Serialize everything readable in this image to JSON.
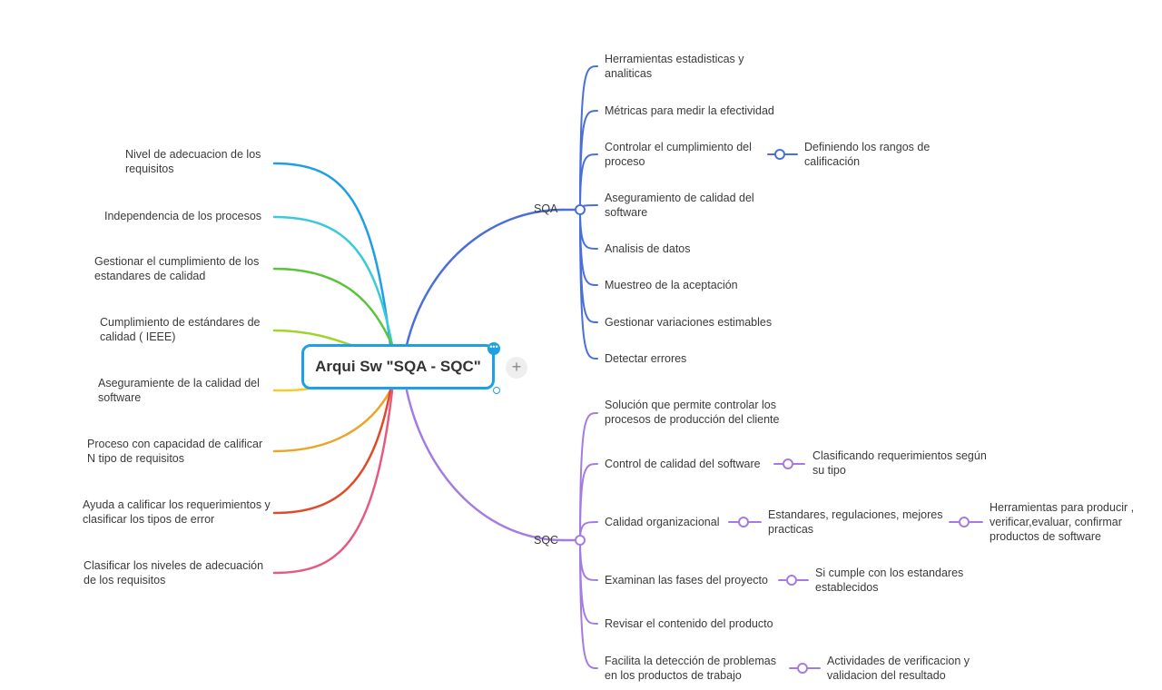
{
  "central": {
    "title": "Arqui Sw \"SQA - SQC\"",
    "more_glyph": "•••",
    "add_glyph": "+"
  },
  "colors": {
    "sqa": "#4a6fd8",
    "sqc": "#a47ce0",
    "central_border": "#1ea0e6"
  },
  "left_topics": [
    {
      "text": "Nivel de adecuacion de los requisitos",
      "color": "#1e9fe3"
    },
    {
      "text": "Independencia de los procesos",
      "color": "#3ccbd6"
    },
    {
      "text": "Gestionar el cumplimiento de los estandares de calidad",
      "color": "#5cc33b"
    },
    {
      "text": "Cumplimiento de estándares de calidad ( IEEE)",
      "color": "#a0d42e"
    },
    {
      "text": "Aseguramiente de la calidad del software",
      "color": "#f2cd2e"
    },
    {
      "text": "Proceso con capacidad de calificar N tipo de requisitos",
      "color": "#eaa629"
    },
    {
      "text": "Ayuda a calificar los requerimientos y clasificar los tipos de error",
      "color": "#e0492a"
    },
    {
      "text": "Clasificar los niveles de adecuación de los requisitos",
      "color": "#e65a80"
    }
  ],
  "sqa": {
    "label": "SQA",
    "children": [
      {
        "text": "Herramientas estadisticas y analiticas"
      },
      {
        "text": "Métricas para medir la efectividad"
      },
      {
        "text": "Controlar el cumplimiento del proceso",
        "sub": "Definiendo los rangos de calificación"
      },
      {
        "text": "Aseguramiento de calidad del software"
      },
      {
        "text": "Analisis de datos"
      },
      {
        "text": "Muestreo de la aceptación"
      },
      {
        "text": "Gestionar variaciones estimables"
      },
      {
        "text": "Detectar errores"
      }
    ]
  },
  "sqc": {
    "label": "SQC",
    "children": [
      {
        "text": "Solución que permite controlar los procesos de producción del cliente"
      },
      {
        "text": "Control de calidad del software",
        "sub": "Clasificando requerimientos según su tipo"
      },
      {
        "text": "Calidad organizacional",
        "sub": "Estandares, regulaciones, mejores practicas",
        "subsub": "Herramientas para producir , verificar,evaluar, confirmar productos de software"
      },
      {
        "text": "Examinan las fases del proyecto",
        "sub": "Si cumple con los estandares establecidos"
      },
      {
        "text": "Revisar el contenido del producto"
      },
      {
        "text": "Facilita la detección de problemas en los productos de trabajo",
        "sub": "Actividades de verificacion y validacion del resultado"
      }
    ]
  }
}
